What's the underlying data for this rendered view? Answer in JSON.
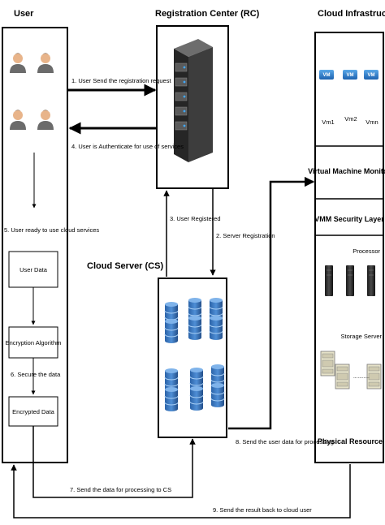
{
  "titles": {
    "user": "User",
    "rc": "Registration Center (RC)",
    "cloud": "Cloud Infrastructure",
    "cs": "Cloud Server (CS)"
  },
  "user_panel": {
    "ready": "5. User ready to use cloud services",
    "user_data": "User Data",
    "encryption": "Encryption Algorithm",
    "secure": "6. Secure the data",
    "encrypted": "Encrypted Data"
  },
  "cloud_panel": {
    "vm_badge": "VM",
    "vm1": "Vm1",
    "vm2": "Vm2",
    "vmn": "Vmn",
    "vmm": "Virtual Machine Monitor",
    "security": "VMM Security Layer",
    "processor": "Processor",
    "storage": "Storage Server",
    "physical": "Physical Resource",
    "dots": "..........."
  },
  "steps": {
    "s1": "1. User Send the registration request",
    "s2": "2. Server Registration",
    "s3": "3. User Registered",
    "s4": "4. User is Authenticate for use of services",
    "s7": "7. Send the data for processing to CS",
    "s8": "8. Send the user data for processing",
    "s9": "9. Send the result back to cloud user"
  }
}
